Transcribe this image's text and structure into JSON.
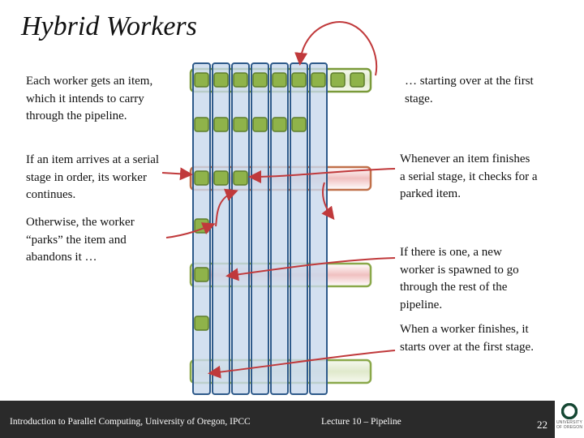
{
  "slide": {
    "title": "Hybrid Workers",
    "left_notes": [
      "Each worker gets an item, which it intends to carry through the pipeline.",
      "If an item arrives at a serial stage in order, its worker continues.",
      "Otherwise, the worker “parks” the item and abandons it …"
    ],
    "right_notes": [
      "… starting over at the first stage.",
      "Whenever an item finishes a serial stage, it checks for a parked item.",
      "If there is one, a new worker is spawned to go through the rest of the pipeline.",
      "When a worker finishes, it starts over at the first stage."
    ]
  },
  "footer": {
    "course": "Introduction to Parallel Computing, University of Oregon, IPCC",
    "lecture": "Lecture 10 – Pipeline",
    "page": "22",
    "logo_letter": "O",
    "logo_text": "UNIVERSITY OF OREGON"
  },
  "colors": {
    "worker_fill": "#c8d8ec",
    "worker_stroke": "#2e5a8a",
    "item_fill": "#8fb34a",
    "item_stroke": "#5d7d2b",
    "serial_stage_stroke": "#b8604a",
    "serial_stage_fill": "#f2c2c2",
    "parallel_stage_stroke": "#7a9a3a",
    "parallel_stage_fill": "#e4ecd4",
    "arrow": "#c0393b",
    "footer_bg": "#2a2a2a",
    "logo_green": "#154733"
  },
  "icons": {
    "logo": "university-of-oregon-logo"
  }
}
